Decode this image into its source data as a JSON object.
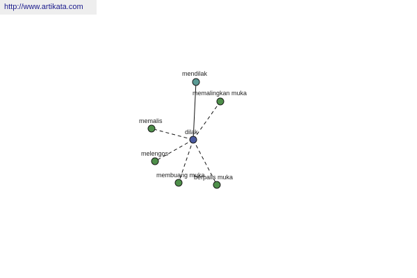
{
  "source": {
    "url_text": "http://www.artikata.com"
  },
  "graph": {
    "center": {
      "id": "dilak",
      "label": "dilak",
      "color": "#4a5aa0"
    },
    "nodes": [
      {
        "id": "mendilak",
        "label": "mendilak",
        "color": "#5a9a94",
        "edge": "solid"
      },
      {
        "id": "memalingkan-muka",
        "label": "memalingkan muka",
        "color": "#4e8f4a",
        "edge": "dashed"
      },
      {
        "id": "memalis",
        "label": "memalis",
        "color": "#4e8f4a",
        "edge": "dashed"
      },
      {
        "id": "melengos",
        "label": "melengos",
        "color": "#4e8f4a",
        "edge": "dashed"
      },
      {
        "id": "membuang-muka",
        "label": "membuang muka",
        "color": "#4e8f4a",
        "edge": "dashed"
      },
      {
        "id": "berpalis-muka",
        "label": "berpalis muka",
        "color": "#4e8f4a",
        "edge": "dashed"
      }
    ]
  }
}
